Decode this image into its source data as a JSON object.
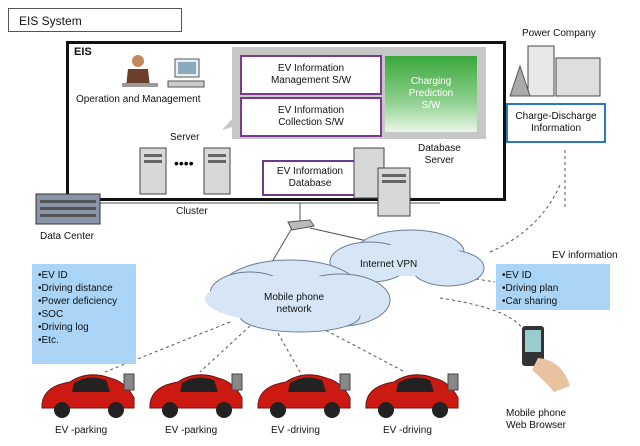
{
  "title": "EIS System",
  "eis_label": "EIS",
  "operation_label": "Operation and Management",
  "server_label": "Server",
  "cluster_label": "Cluster",
  "data_center_label": "Data Center",
  "database_server_label": [
    "Database",
    "Server"
  ],
  "ev_info_management": [
    "EV Information",
    "Management S/W"
  ],
  "ev_info_collection": [
    "EV Information",
    "Collection S/W"
  ],
  "charging_prediction": [
    "Charging",
    "Prediction",
    "S/W"
  ],
  "ev_info_database": [
    "EV Information",
    "Database"
  ],
  "power_company_label": "Power Company",
  "charge_discharge": [
    "Charge-Discharge",
    "Information"
  ],
  "internet_vpn": "Internet VPN",
  "mobile_network": [
    "Mobile phone",
    "network"
  ],
  "ev_info_heading": "EV information",
  "left_list": [
    "•EV ID",
    "•Driving distance",
    "•Power deficiency",
    "•SOC",
    "•Driving log",
    "•Etc."
  ],
  "right_list": [
    "•EV ID",
    "•Driving plan",
    "•Car sharing"
  ],
  "cars": [
    "EV -parking",
    "EV -parking",
    "EV -driving",
    "EV -driving"
  ],
  "mobile_browser": [
    "Mobile phone",
    "Web Browser"
  ]
}
